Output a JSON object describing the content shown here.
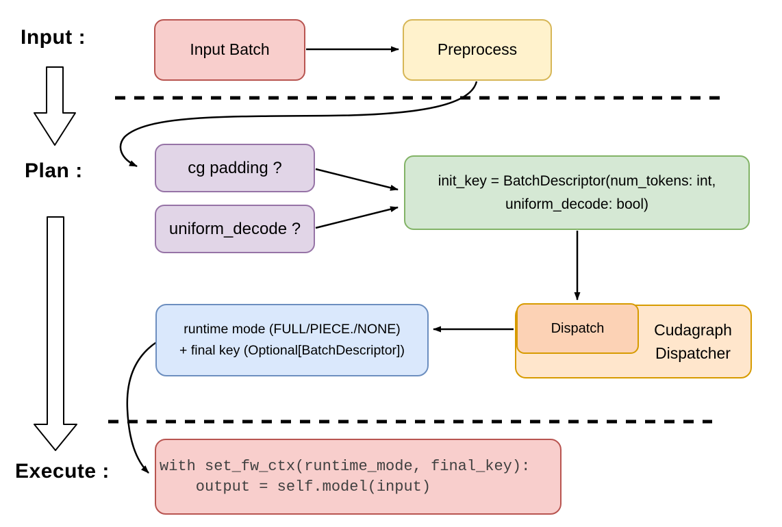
{
  "section_labels": {
    "input": "Input :",
    "plan": "Plan :",
    "execute": "Execute :"
  },
  "nodes": {
    "input_batch": {
      "label": "Input Batch",
      "fill": "#f8cecc",
      "border": "#b85450"
    },
    "preprocess": {
      "label": "Preprocess",
      "fill": "#fff2cc",
      "border": "#d6b656"
    },
    "cg_padding": {
      "label": "cg padding ?",
      "fill": "#e1d5e7",
      "border": "#9673a6"
    },
    "uniform_decode": {
      "label": "uniform_decode ?",
      "fill": "#e1d5e7",
      "border": "#9673a6"
    },
    "init_key": {
      "line1": "init_key = BatchDescriptor(num_tokens: int,",
      "line2": "uniform_decode: bool)",
      "fill": "#d5e8d4",
      "border": "#82b366"
    },
    "dispatch": {
      "label": "Dispatch",
      "fill": "#fcd2b5",
      "border": "#d79b00"
    },
    "cudagraph_dispatcher": {
      "line1": "Cudagraph",
      "line2": "Dispatcher",
      "fill": "#ffe6cc",
      "border": "#d79b00"
    },
    "runtime_mode": {
      "line1": "runtime mode (FULL/PIECE./NONE)",
      "line2": "+ final key (Optional[BatchDescriptor])",
      "fill": "#dae8fc",
      "border": "#6c8ebf"
    },
    "execute_code": {
      "line1": "with set_fw_ctx(runtime_mode, final_key):",
      "line2": "    output = self.model(input)",
      "fill": "#f8cecc",
      "border": "#b85450",
      "text_color": "#404040"
    }
  },
  "connector_color": "#000000"
}
